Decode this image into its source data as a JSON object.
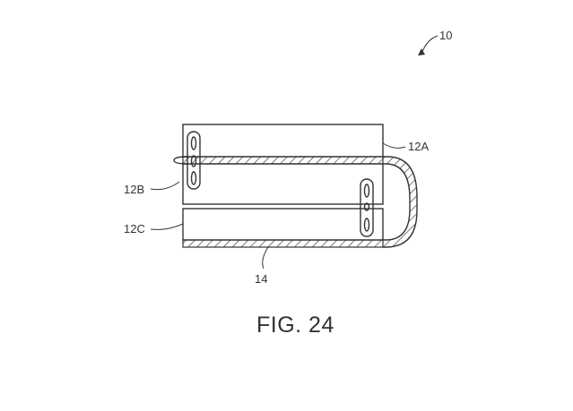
{
  "labels": {
    "device": "10",
    "panel_a": "12A",
    "panel_b": "12B",
    "panel_c": "12C",
    "band": "14"
  },
  "caption": "FIG. 24"
}
